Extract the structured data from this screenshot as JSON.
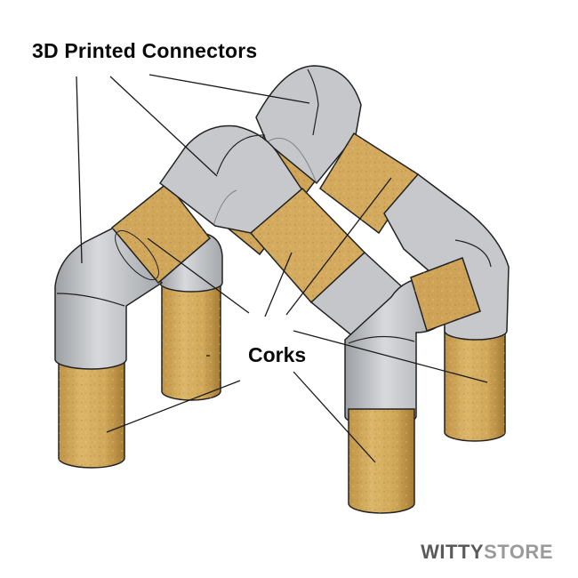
{
  "labels": {
    "connectors": "3D Printed Connectors",
    "corks": "Corks"
  },
  "brand": {
    "part1": "WITTY",
    "part2": "STORE"
  },
  "colors": {
    "cork": "#d1a85a",
    "cork_dark": "#b3893e",
    "connector": "#c6c8cc",
    "connector_dark": "#8f9297",
    "outline": "#222222",
    "leader": "#1a1a1a"
  }
}
